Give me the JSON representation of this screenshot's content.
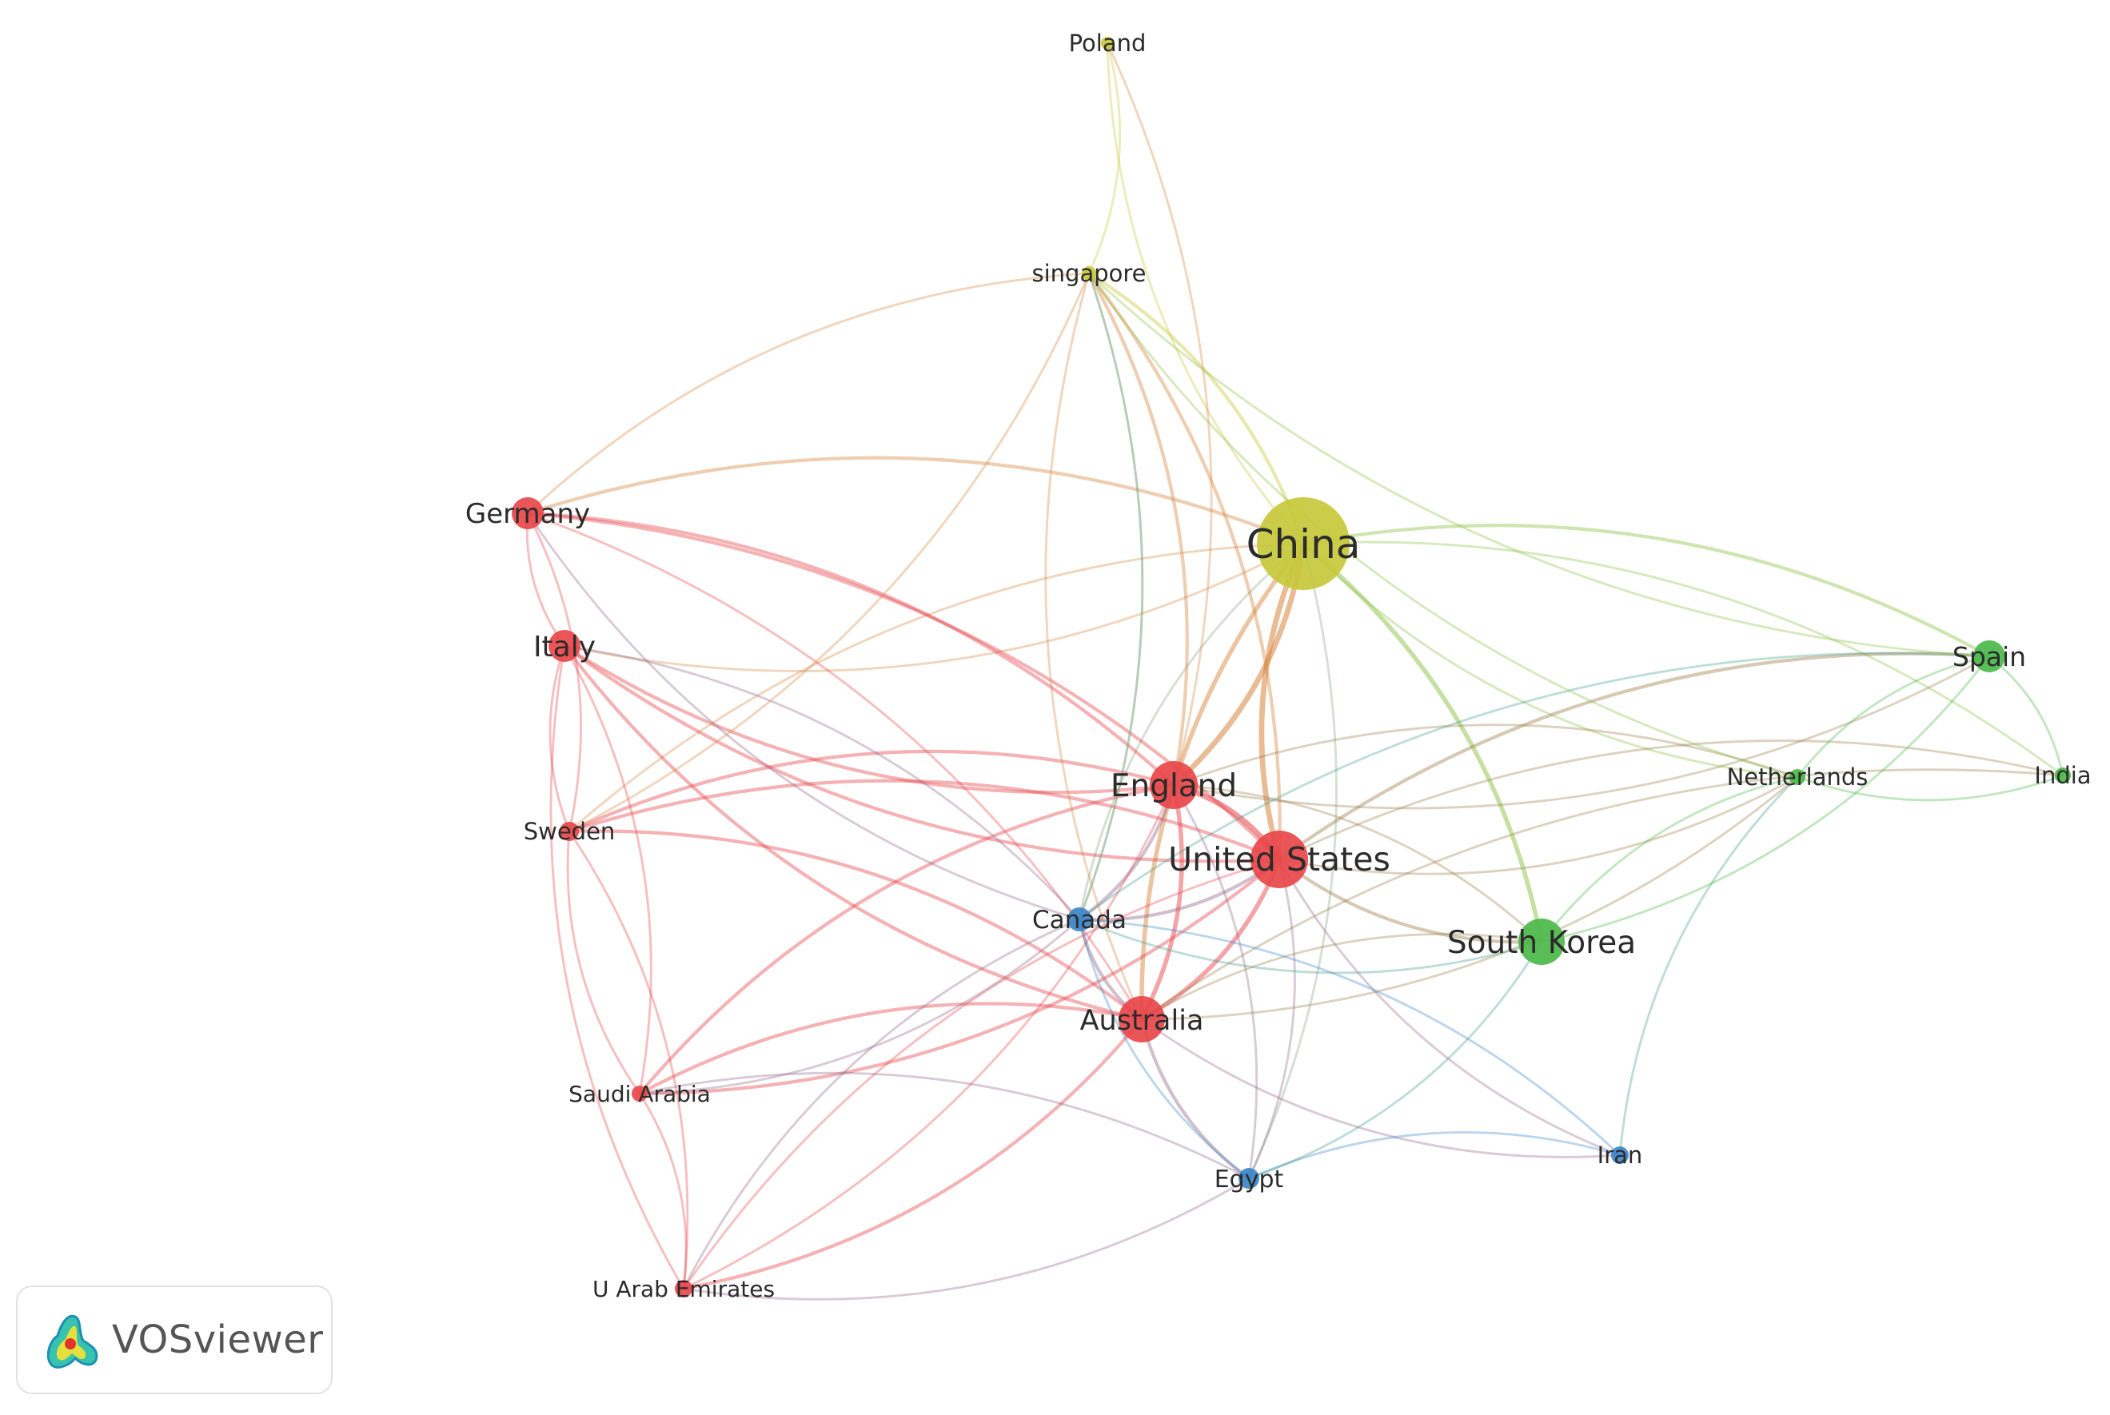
{
  "nodes": [
    {
      "id": "china",
      "label": "China",
      "cluster": 4,
      "weight": 1.0
    },
    {
      "id": "united-states",
      "label": "United States",
      "cluster": 1,
      "weight": 0.78
    },
    {
      "id": "england",
      "label": "England",
      "cluster": 1,
      "weight": 0.55
    },
    {
      "id": "south-korea",
      "label": "South Korea",
      "cluster": 2,
      "weight": 0.55
    },
    {
      "id": "australia",
      "label": "Australia",
      "cluster": 1,
      "weight": 0.52
    },
    {
      "id": "germany",
      "label": "Germany",
      "cluster": 1,
      "weight": 0.42
    },
    {
      "id": "italy",
      "label": "Italy",
      "cluster": 1,
      "weight": 0.42
    },
    {
      "id": "spain",
      "label": "Spain",
      "cluster": 2,
      "weight": 0.42
    },
    {
      "id": "canada",
      "label": "Canada",
      "cluster": 3,
      "weight": 0.34
    },
    {
      "id": "sweden",
      "label": "Sweden",
      "cluster": 1,
      "weight": 0.3
    },
    {
      "id": "netherlands",
      "label": "Netherlands",
      "cluster": 2,
      "weight": 0.3
    },
    {
      "id": "india",
      "label": "India",
      "cluster": 2,
      "weight": 0.3
    },
    {
      "id": "saudi-arabia",
      "label": "Saudi Arabia",
      "cluster": 1,
      "weight": 0.3
    },
    {
      "id": "egypt",
      "label": "Egypt",
      "cluster": 3,
      "weight": 0.3
    },
    {
      "id": "iran",
      "label": "Iran",
      "cluster": 3,
      "weight": 0.3
    },
    {
      "id": "u-arab-emirates",
      "label": "U Arab Emirates",
      "cluster": 1,
      "weight": 0.3
    },
    {
      "id": "singapore",
      "label": "singapore",
      "cluster": 4,
      "weight": 0.28
    },
    {
      "id": "poland",
      "label": "Poland",
      "cluster": 4,
      "weight": 0.26
    }
  ],
  "links": [
    [
      "china",
      "united-states",
      4
    ],
    [
      "china",
      "england",
      4
    ],
    [
      "china",
      "australia",
      3
    ],
    [
      "china",
      "south-korea",
      3
    ],
    [
      "china",
      "singapore",
      2
    ],
    [
      "china",
      "poland",
      1
    ],
    [
      "china",
      "germany",
      2
    ],
    [
      "china",
      "spain",
      2
    ],
    [
      "china",
      "netherlands",
      1
    ],
    [
      "china",
      "india",
      1
    ],
    [
      "china",
      "canada",
      1
    ],
    [
      "china",
      "italy",
      1
    ],
    [
      "china",
      "sweden",
      1
    ],
    [
      "china",
      "egypt",
      1
    ],
    [
      "united-states",
      "england",
      4
    ],
    [
      "united-states",
      "australia",
      3
    ],
    [
      "united-states",
      "germany",
      2
    ],
    [
      "united-states",
      "italy",
      2
    ],
    [
      "united-states",
      "sweden",
      2
    ],
    [
      "united-states",
      "canada",
      2
    ],
    [
      "united-states",
      "south-korea",
      2
    ],
    [
      "united-states",
      "saudi-arabia",
      2
    ],
    [
      "united-states",
      "u-arab-emirates",
      1
    ],
    [
      "united-states",
      "spain",
      2
    ],
    [
      "united-states",
      "netherlands",
      1
    ],
    [
      "united-states",
      "india",
      1
    ],
    [
      "united-states",
      "iran",
      1
    ],
    [
      "united-states",
      "egypt",
      1
    ],
    [
      "united-states",
      "singapore",
      2
    ],
    [
      "england",
      "australia",
      3
    ],
    [
      "england",
      "germany",
      2
    ],
    [
      "england",
      "italy",
      2
    ],
    [
      "england",
      "sweden",
      2
    ],
    [
      "england",
      "canada",
      2
    ],
    [
      "england",
      "saudi-arabia",
      2
    ],
    [
      "england",
      "u-arab-emirates",
      1
    ],
    [
      "england",
      "spain",
      1
    ],
    [
      "england",
      "netherlands",
      1
    ],
    [
      "england",
      "singapore",
      2
    ],
    [
      "england",
      "south-korea",
      1
    ],
    [
      "england",
      "poland",
      1
    ],
    [
      "england",
      "egypt",
      1
    ],
    [
      "australia",
      "germany",
      1
    ],
    [
      "australia",
      "italy",
      2
    ],
    [
      "australia",
      "sweden",
      2
    ],
    [
      "australia",
      "canada",
      2
    ],
    [
      "australia",
      "saudi-arabia",
      2
    ],
    [
      "australia",
      "u-arab-emirates",
      2
    ],
    [
      "australia",
      "egypt",
      2
    ],
    [
      "australia",
      "south-korea",
      1
    ],
    [
      "australia",
      "netherlands",
      1
    ],
    [
      "australia",
      "singapore",
      1
    ],
    [
      "australia",
      "iran",
      1
    ],
    [
      "australia",
      "india",
      1
    ],
    [
      "germany",
      "italy",
      1
    ],
    [
      "germany",
      "sweden",
      1
    ],
    [
      "germany",
      "canada",
      1
    ],
    [
      "germany",
      "singapore",
      1
    ],
    [
      "italy",
      "sweden",
      1
    ],
    [
      "italy",
      "saudi-arabia",
      1
    ],
    [
      "italy",
      "u-arab-emirates",
      1
    ],
    [
      "italy",
      "canada",
      1
    ],
    [
      "sweden",
      "saudi-arabia",
      1
    ],
    [
      "sweden",
      "u-arab-emirates",
      1
    ],
    [
      "sweden",
      "singapore",
      1
    ],
    [
      "saudi-arabia",
      "u-arab-emirates",
      1
    ],
    [
      "saudi-arabia",
      "canada",
      1
    ],
    [
      "saudi-arabia",
      "egypt",
      1
    ],
    [
      "u-arab-emirates",
      "egypt",
      1
    ],
    [
      "u-arab-emirates",
      "canada",
      1
    ],
    [
      "canada",
      "egypt",
      1
    ],
    [
      "canada",
      "iran",
      1
    ],
    [
      "canada",
      "south-korea",
      1
    ],
    [
      "canada",
      "spain",
      1
    ],
    [
      "canada",
      "singapore",
      1
    ],
    [
      "egypt",
      "iran",
      1
    ],
    [
      "egypt",
      "south-korea",
      1
    ],
    [
      "iran",
      "netherlands",
      1
    ],
    [
      "south-korea",
      "spain",
      1
    ],
    [
      "south-korea",
      "netherlands",
      1
    ],
    [
      "spain",
      "netherlands",
      1
    ],
    [
      "spain",
      "india",
      1
    ],
    [
      "netherlands",
      "india",
      1
    ],
    [
      "netherlands",
      "singapore",
      1
    ],
    [
      "singapore",
      "poland",
      1
    ],
    [
      "singapore",
      "canada",
      1
    ],
    [
      "singapore",
      "spain",
      1
    ]
  ],
  "cluster_colors": {
    "1": "#e8464a",
    "2": "#4cb84a",
    "3": "#3c86c8",
    "4": "#c7c83a"
  },
  "logo": {
    "text": "VOSviewer"
  }
}
